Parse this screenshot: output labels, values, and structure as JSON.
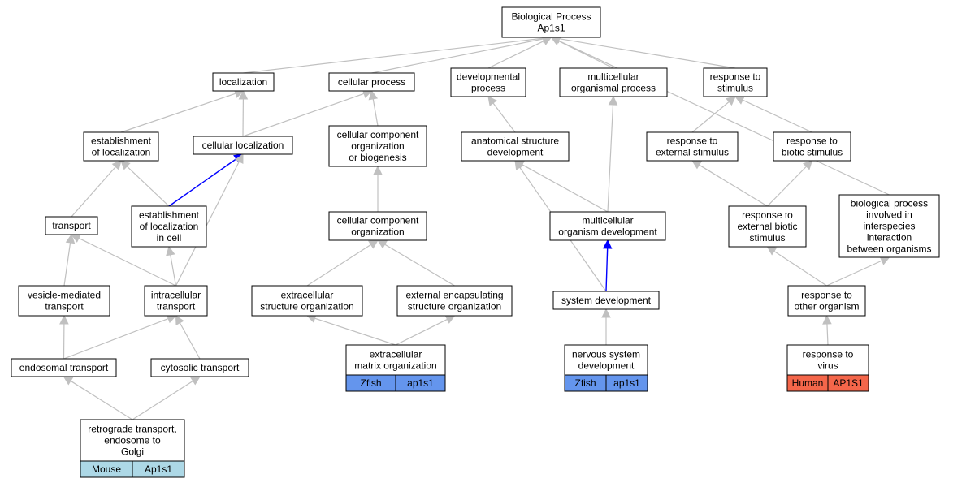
{
  "colors": {
    "edge": "#c0c0c0",
    "highlight_edge": "#0000ff",
    "node_border": "#000000",
    "mouse": "#add8e6",
    "zfish": "#6495ed",
    "human": "#f4664a"
  },
  "nodes": [
    {
      "id": "bp",
      "lines": [
        "Biological Process",
        "Ap1s1"
      ]
    },
    {
      "id": "loc",
      "lines": [
        "localization"
      ]
    },
    {
      "id": "cp",
      "lines": [
        "cellular process"
      ]
    },
    {
      "id": "dp",
      "lines": [
        "developmental",
        "process"
      ]
    },
    {
      "id": "mop",
      "lines": [
        "multicellular",
        "organismal process"
      ]
    },
    {
      "id": "rts",
      "lines": [
        "response to",
        "stimulus"
      ]
    },
    {
      "id": "eol",
      "lines": [
        "establishment",
        "of localization"
      ]
    },
    {
      "id": "cl",
      "lines": [
        "cellular localization"
      ]
    },
    {
      "id": "ccob",
      "lines": [
        "cellular component",
        "organization",
        "or biogenesis"
      ]
    },
    {
      "id": "asd",
      "lines": [
        "anatomical structure",
        "development"
      ]
    },
    {
      "id": "res",
      "lines": [
        "response to",
        "external stimulus"
      ]
    },
    {
      "id": "rbs",
      "lines": [
        "response to",
        "biotic stimulus"
      ]
    },
    {
      "id": "tr",
      "lines": [
        "transport"
      ]
    },
    {
      "id": "eolc",
      "lines": [
        "establishment",
        "of localization",
        "in cell"
      ]
    },
    {
      "id": "cco",
      "lines": [
        "cellular component",
        "organization"
      ]
    },
    {
      "id": "mod",
      "lines": [
        "multicellular",
        "organism development"
      ]
    },
    {
      "id": "rebs",
      "lines": [
        "response to",
        "external biotic",
        "stimulus"
      ]
    },
    {
      "id": "bpii",
      "lines": [
        "biological process",
        "involved in",
        "interspecies",
        "interaction",
        "between organisms"
      ]
    },
    {
      "id": "vmt",
      "lines": [
        "vesicle-mediated",
        "transport"
      ]
    },
    {
      "id": "it",
      "lines": [
        "intracellular",
        "transport"
      ]
    },
    {
      "id": "eso",
      "lines": [
        "extracellular",
        "structure organization"
      ]
    },
    {
      "id": "eeso",
      "lines": [
        "external encapsulating",
        "structure organization"
      ]
    },
    {
      "id": "sd",
      "lines": [
        "system development"
      ]
    },
    {
      "id": "rto",
      "lines": [
        "response to",
        "other organism"
      ]
    },
    {
      "id": "et",
      "lines": [
        "endosomal transport"
      ]
    },
    {
      "id": "ct",
      "lines": [
        "cytosolic transport"
      ]
    },
    {
      "id": "emo",
      "lines": [
        "extracellular",
        "matrix organization"
      ],
      "annotation": [
        "Zfish",
        "ap1s1"
      ],
      "anno_color": "zfish"
    },
    {
      "id": "nsd",
      "lines": [
        "nervous system",
        "development"
      ],
      "annotation": [
        "Zfish",
        "ap1s1"
      ],
      "anno_color": "zfish"
    },
    {
      "id": "rtv",
      "lines": [
        "response to",
        "virus"
      ],
      "annotation": [
        "Human",
        "AP1S1"
      ],
      "anno_color": "human"
    },
    {
      "id": "rteg",
      "lines": [
        "retrograde transport,",
        "endosome to",
        "Golgi"
      ],
      "annotation": [
        "Mouse",
        "Ap1s1"
      ],
      "anno_color": "mouse"
    }
  ],
  "edges": [
    {
      "from": "loc",
      "to": "bp"
    },
    {
      "from": "cp",
      "to": "bp"
    },
    {
      "from": "dp",
      "to": "bp"
    },
    {
      "from": "mop",
      "to": "bp"
    },
    {
      "from": "rts",
      "to": "bp"
    },
    {
      "from": "bpii",
      "to": "bp"
    },
    {
      "from": "eol",
      "to": "loc"
    },
    {
      "from": "cl",
      "to": "loc"
    },
    {
      "from": "cl",
      "to": "cp"
    },
    {
      "from": "ccob",
      "to": "cp"
    },
    {
      "from": "asd",
      "to": "dp"
    },
    {
      "from": "mod",
      "to": "mop"
    },
    {
      "from": "res",
      "to": "rts"
    },
    {
      "from": "rbs",
      "to": "rts"
    },
    {
      "from": "tr",
      "to": "eol"
    },
    {
      "from": "eolc",
      "to": "eol"
    },
    {
      "from": "eolc",
      "to": "cl",
      "highlight": true
    },
    {
      "from": "it",
      "to": "cl"
    },
    {
      "from": "cco",
      "to": "ccob"
    },
    {
      "from": "mod",
      "to": "asd"
    },
    {
      "from": "sd",
      "to": "asd"
    },
    {
      "from": "rebs",
      "to": "res"
    },
    {
      "from": "rebs",
      "to": "rbs"
    },
    {
      "from": "vmt",
      "to": "tr"
    },
    {
      "from": "it",
      "to": "tr"
    },
    {
      "from": "it",
      "to": "eolc"
    },
    {
      "from": "eso",
      "to": "cco"
    },
    {
      "from": "eeso",
      "to": "cco"
    },
    {
      "from": "sd",
      "to": "mod",
      "highlight": true
    },
    {
      "from": "rto",
      "to": "rebs"
    },
    {
      "from": "rto",
      "to": "bpii"
    },
    {
      "from": "et",
      "to": "vmt"
    },
    {
      "from": "et",
      "to": "it"
    },
    {
      "from": "ct",
      "to": "it"
    },
    {
      "from": "emo",
      "to": "eso"
    },
    {
      "from": "emo",
      "to": "eeso"
    },
    {
      "from": "nsd",
      "to": "sd"
    },
    {
      "from": "rtv",
      "to": "rto"
    },
    {
      "from": "rteg",
      "to": "et"
    },
    {
      "from": "rteg",
      "to": "ct"
    }
  ]
}
